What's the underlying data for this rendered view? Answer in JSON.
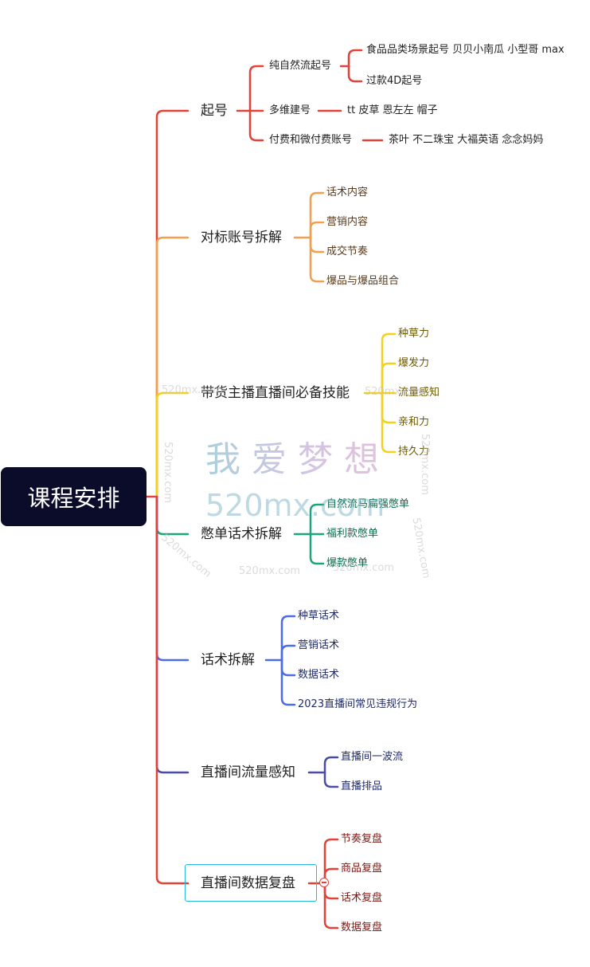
{
  "root": {
    "label": "课程安排"
  },
  "branches": [
    {
      "label": "起号",
      "color": "#e0433a",
      "children": [
        {
          "label": "纯自然流起号",
          "children": [
            {
              "label": "食品品类场景起号  贝贝小南瓜  小型哥  max"
            },
            {
              "label": "过款4D起号"
            }
          ]
        },
        {
          "label": "多维建号",
          "children": [
            {
              "label": "tt 皮草 恩左左  帽子"
            }
          ]
        },
        {
          "label": "付费和微付费账号",
          "children": [
            {
              "label": "茶叶  不二珠宝   大福英语  念念妈妈"
            }
          ]
        }
      ]
    },
    {
      "label": "对标账号拆解",
      "color": "#f0a050",
      "children": [
        {
          "label": "话术内容"
        },
        {
          "label": "营销内容"
        },
        {
          "label": "成交节奏"
        },
        {
          "label": "爆品与爆品组合"
        }
      ]
    },
    {
      "label": "带货主播直播间必备技能",
      "color": "#f2d21a",
      "children": [
        {
          "label": "种草力"
        },
        {
          "label": "爆发力"
        },
        {
          "label": "流量感知"
        },
        {
          "label": "亲和力"
        },
        {
          "label": "持久力"
        }
      ]
    },
    {
      "label": "憋单话术拆解",
      "color": "#1aa57a",
      "children": [
        {
          "label": "自然流马扁强憋单"
        },
        {
          "label": "福利款憋单"
        },
        {
          "label": "爆款憋单"
        }
      ]
    },
    {
      "label": "话术拆解",
      "color": "#4c6be6",
      "children": [
        {
          "label": "种草话术"
        },
        {
          "label": "营销话术"
        },
        {
          "label": "数据话术"
        },
        {
          "label": "2023直播间常见违规行为"
        }
      ]
    },
    {
      "label": "直播间流量感知",
      "color": "#4a4aa8",
      "children": [
        {
          "label": "直播间一波流"
        },
        {
          "label": "直播排品"
        }
      ]
    },
    {
      "label": "直播间数据复盘",
      "color": "#e0433a",
      "children": [
        {
          "label": "节奏复盘"
        },
        {
          "label": "商品复盘"
        },
        {
          "label": "话术复盘"
        },
        {
          "label": "数据复盘"
        }
      ]
    }
  ],
  "watermark": {
    "big": "我爱梦想",
    "url": "520mx.com",
    "small": "520mx.com"
  }
}
